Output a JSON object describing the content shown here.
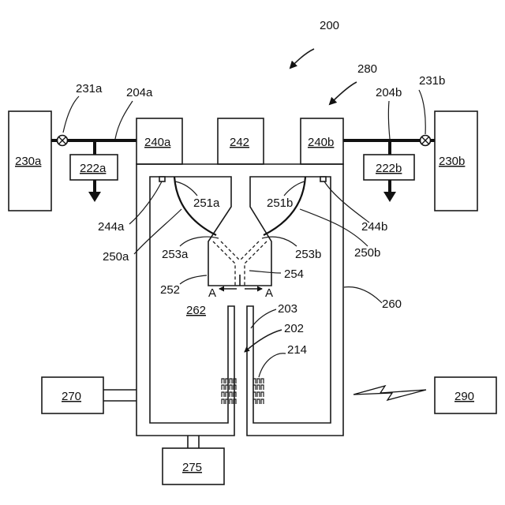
{
  "labels": {
    "fig": "200",
    "ref280": "280",
    "ref231a": "231a",
    "ref204a": "204a",
    "ref204b": "204b",
    "ref231b": "231b",
    "box230a": "230a",
    "box230b": "230b",
    "box240a": "240a",
    "box242": "242",
    "box240b": "240b",
    "box222a": "222a",
    "box222b": "222b",
    "ref251a": "251a",
    "ref251b": "251b",
    "ref244a": "244a",
    "ref244b": "244b",
    "ref250a": "250a",
    "ref250b": "250b",
    "ref253a": "253a",
    "ref253b": "253b",
    "ref254": "254",
    "ref252": "252",
    "arrowA1": "A",
    "arrowA2": "A",
    "box262": "262",
    "ref203": "203",
    "ref202": "202",
    "ref214": "214",
    "ref260": "260",
    "box270": "270",
    "box290": "290",
    "box275": "275"
  }
}
